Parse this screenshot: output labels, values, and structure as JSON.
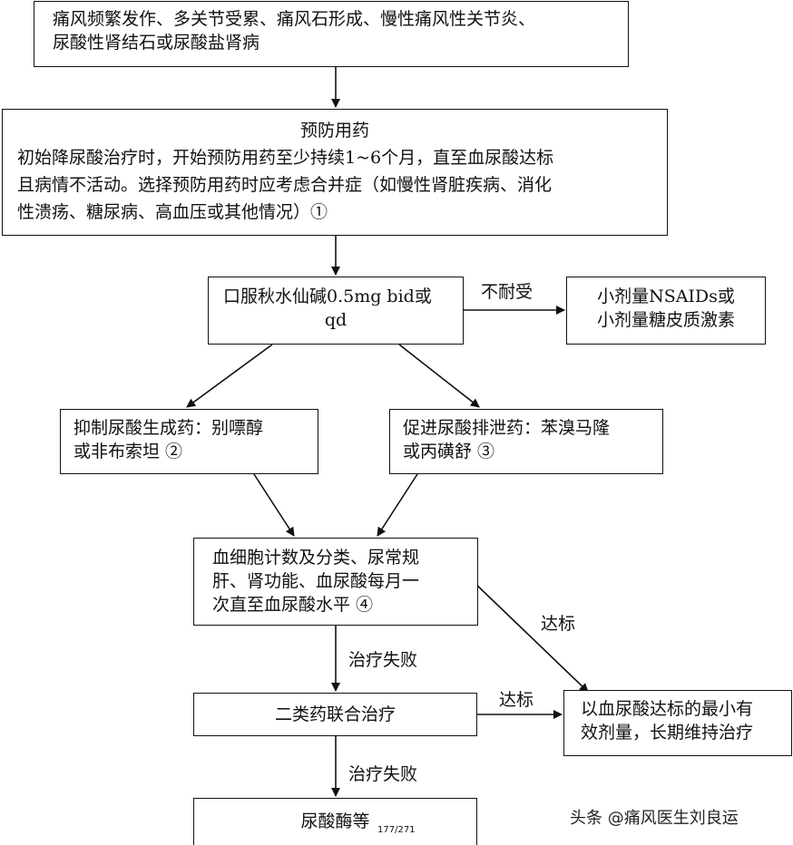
{
  "boxes": {
    "top": {
      "lines": [
        "痛风频繁发作、多关节受累、痛风石形成、慢性痛风性关节炎、",
        "尿酸性肾结石或尿酸盐肾病"
      ]
    },
    "prevention": {
      "title": "预防用药",
      "lines": [
        "初始降尿酸治疗时，开始预防用药至少持续1~6个月，直至血尿酸达标",
        "且病情不活动。选择预防用药时应考虑合并症（如慢性肾脏疾病、消化",
        "性溃疡、糖尿病、高血压或其他情况）①"
      ]
    },
    "colchicine": {
      "lines": [
        "口服秋水仙碱0.5mg bid或",
        "qd"
      ]
    },
    "nsaid": {
      "lines": [
        "小剂量NSAIDs或",
        "小剂量糖皮质激素"
      ]
    },
    "inhibit": {
      "lines": [
        "抑制尿酸生成药：别嘌醇",
        "或非布索坦 ②"
      ]
    },
    "excrete": {
      "lines": [
        "促进尿酸排泄药：苯溴马隆",
        "或丙磺舒 ③"
      ]
    },
    "monitor": {
      "lines": [
        "血细胞计数及分类、尿常规",
        "肝、肾功能、血尿酸每月一",
        "次直至血尿酸水平 ④"
      ]
    },
    "combo": {
      "lines": [
        "二类药联合治疗"
      ]
    },
    "maintain": {
      "lines": [
        "以血尿酸达标的最小有",
        "效剂量，长期维持治疗"
      ]
    },
    "uricase": {
      "lines": [
        "尿酸酶等"
      ]
    }
  },
  "edge_labels": {
    "intolerant": "不耐受",
    "target_reached_1": "达标",
    "target_reached_2": "达标",
    "failure_1": "治疗失败",
    "failure_2": "治疗失败"
  },
  "page_number": "177/271",
  "watermark": "头条 @痛风医生刘良运"
}
